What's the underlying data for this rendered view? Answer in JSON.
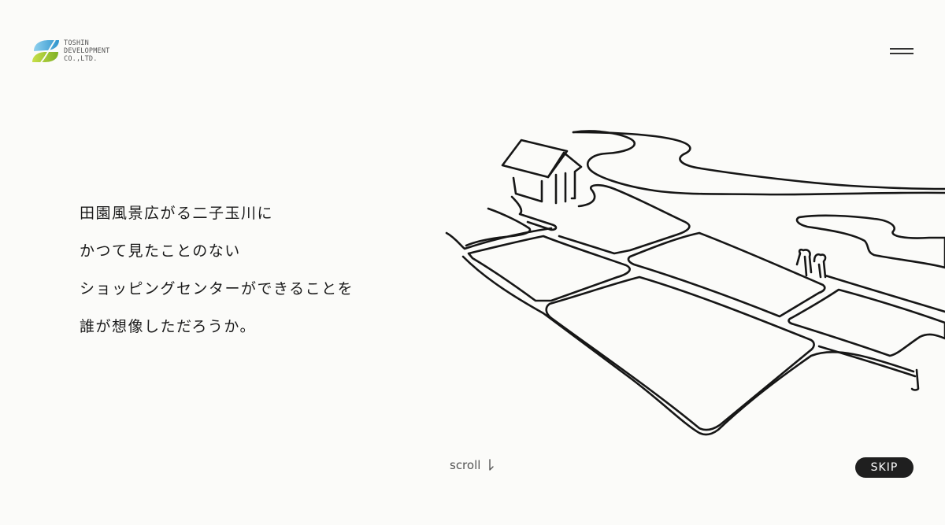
{
  "brand": {
    "logo_lines": [
      "TOSHIN",
      "DEVELOPMENT",
      "CO.,LTD."
    ],
    "logo_icon": "toshin-leaf-logo",
    "colors": {
      "blue": "#3fa3d6",
      "green": "#9fc52e"
    }
  },
  "header": {
    "menu_icon": "hamburger-menu-icon"
  },
  "intro": {
    "lines": [
      "田園風景広がる二子玉川に",
      "かつて見たことのない",
      "ショッピングセンターができることを",
      "誰が想像しただろうか。"
    ]
  },
  "illustration": {
    "icon": "line-drawing-fields-house-people"
  },
  "scroll": {
    "label": "scroll",
    "icon": "down-arrow-icon"
  },
  "skip": {
    "label": "SKIP",
    "color": "#1f1f1f"
  }
}
